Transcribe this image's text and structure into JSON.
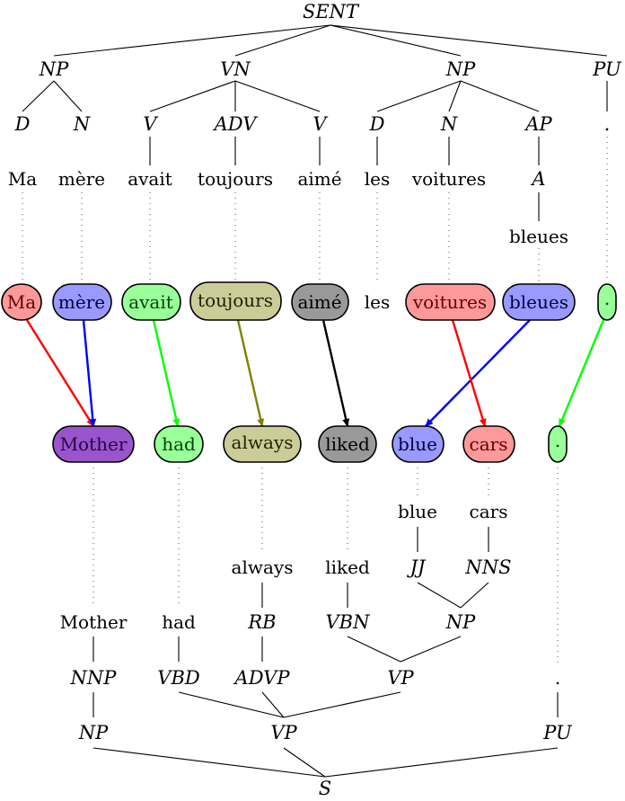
{
  "colors": {
    "red": "#ff9999",
    "blue": "#9999ff",
    "green": "#99ff99",
    "olive": "#cccc99",
    "gray": "#999999",
    "purple": "#9955cc",
    "arrow_red": "#ff0000",
    "arrow_blue": "#0000ff",
    "arrow_green": "#00ff00",
    "arrow_olive": "#808000",
    "arrow_black": "#000000"
  },
  "source_tree": {
    "root": "SENT",
    "phrases": [
      "NP",
      "VN",
      "NP",
      "PU"
    ],
    "pos_tags": [
      "D",
      "N",
      "V",
      "ADV",
      "V",
      "D",
      "N",
      "AP",
      "."
    ],
    "ap_child": "A",
    "words": [
      "Ma",
      "mère",
      "avait",
      "toujours",
      "aimé",
      "les",
      "voitures",
      "bleues"
    ]
  },
  "source_tokens": [
    {
      "text": "Ma",
      "color": "red"
    },
    {
      "text": "mère",
      "color": "blue"
    },
    {
      "text": "avait",
      "color": "green"
    },
    {
      "text": "toujours",
      "color": "olive"
    },
    {
      "text": "aimé",
      "color": "gray"
    },
    {
      "text": "les",
      "color": "none"
    },
    {
      "text": "voitures",
      "color": "red"
    },
    {
      "text": "bleues",
      "color": "blue"
    },
    {
      "text": ".",
      "color": "green"
    }
  ],
  "target_tokens": [
    {
      "text": "Mother",
      "color": "purple"
    },
    {
      "text": "had",
      "color": "green"
    },
    {
      "text": "always",
      "color": "olive"
    },
    {
      "text": "liked",
      "color": "gray"
    },
    {
      "text": "blue",
      "color": "blue"
    },
    {
      "text": "cars",
      "color": "red"
    },
    {
      "text": ".",
      "color": "green"
    }
  ],
  "alignments": [
    {
      "from": "Ma",
      "to": "Mother",
      "color": "arrow_red"
    },
    {
      "from": "mère",
      "to": "Mother",
      "color": "arrow_blue"
    },
    {
      "from": "avait",
      "to": "had",
      "color": "arrow_green"
    },
    {
      "from": "toujours",
      "to": "always",
      "color": "arrow_olive"
    },
    {
      "from": "aimé",
      "to": "liked",
      "color": "arrow_black"
    },
    {
      "from": "bleues",
      "to": "blue",
      "color": "arrow_blue"
    },
    {
      "from": "voitures",
      "to": "cars",
      "color": "arrow_red"
    },
    {
      "from": ".",
      "to": ".",
      "color": "arrow_green"
    }
  ],
  "target_tree": {
    "root": "S",
    "words": [
      "blue",
      "cars",
      "always",
      "liked",
      "Mother",
      "had",
      "."
    ],
    "labels": [
      "JJ",
      "NNS",
      "RB",
      "VBN",
      "NP",
      "NNP",
      "VBD",
      "ADVP",
      "VP",
      "NP",
      "VP",
      "PU"
    ]
  }
}
